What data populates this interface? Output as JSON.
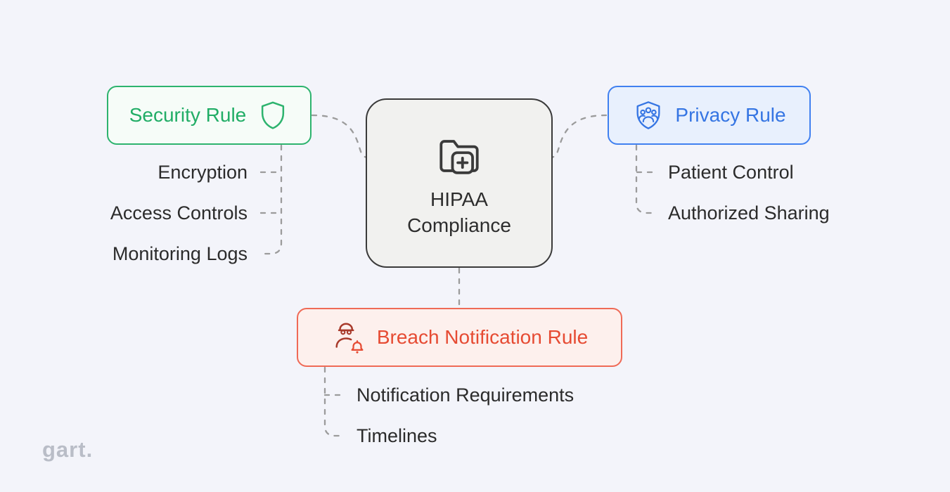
{
  "watermark": "gart.",
  "colors": {
    "background": "#f3f4fa",
    "connector": "#9b9b9b",
    "center_border": "#3a3a3a",
    "center_fill": "#f1f1ef",
    "security_accent": "#21ad66",
    "security_fill": "#f6fcf8",
    "privacy_accent": "#3575e3",
    "privacy_fill": "#e8f0fd",
    "breach_accent": "#e64b33",
    "breach_fill": "#fdf0ed",
    "body_text": "#2b2b2b"
  },
  "center": {
    "line1": "HIPAA",
    "line2": "Compliance",
    "icon": "folder-plus-icon"
  },
  "security": {
    "label": "Security Rule",
    "icon": "shield-icon",
    "children": [
      "Encryption",
      "Access Controls",
      "Monitoring Logs"
    ]
  },
  "privacy": {
    "label": "Privacy Rule",
    "icon": "people-shield-icon",
    "children": [
      "Patient Control",
      "Authorized Sharing"
    ]
  },
  "breach": {
    "label": "Breach Notification Rule",
    "icon": "person-bell-icon",
    "children": [
      "Notification Requirements",
      "Timelines"
    ]
  }
}
